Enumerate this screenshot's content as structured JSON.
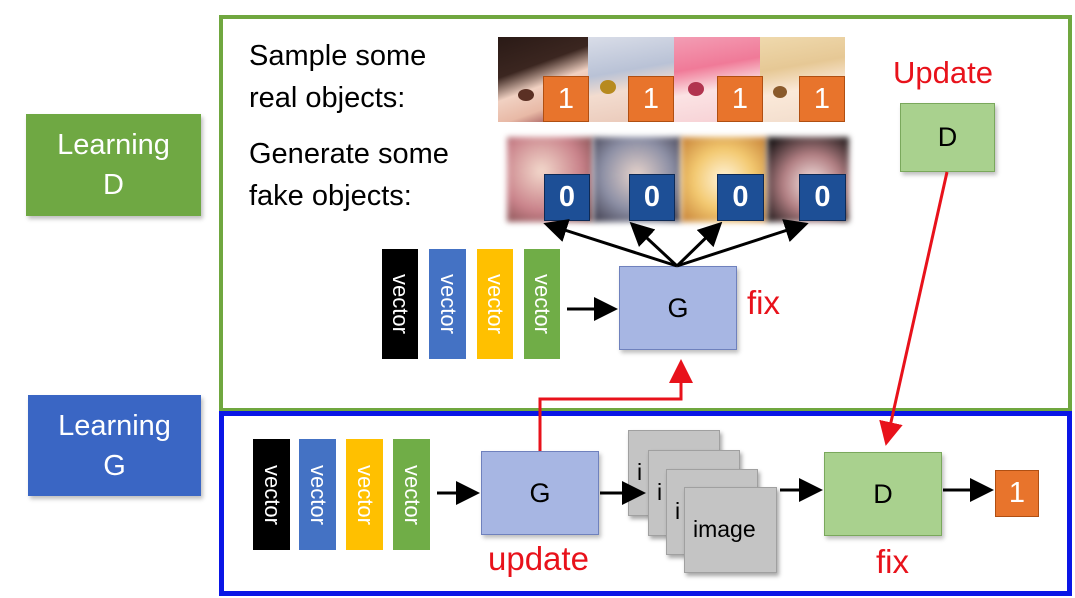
{
  "side_labels": {
    "learning_d": "Learning\nD",
    "learning_g": "Learning\nG"
  },
  "top_panel": {
    "real_text": "Sample some\nreal objects:",
    "fake_text": "Generate some\nfake objects:",
    "real_labels": [
      "1",
      "1",
      "1",
      "1"
    ],
    "fake_labels": [
      "0",
      "0",
      "0",
      "0"
    ],
    "vectors": [
      "vector",
      "vector",
      "vector",
      "vector"
    ],
    "generator_label": "G",
    "generator_state": "fix",
    "discriminator_label": "D",
    "discriminator_state": "Update"
  },
  "bottom_panel": {
    "vectors": [
      "vector",
      "vector",
      "vector",
      "vector"
    ],
    "generator_label": "G",
    "generator_state": "update",
    "images": [
      "i",
      "i",
      "i",
      "image"
    ],
    "discriminator_label": "D",
    "discriminator_state": "fix",
    "output": "1"
  },
  "colors": {
    "green_frame": "#70a73f",
    "blue_frame": "#0a16e6",
    "vector_fill": [
      "#000000",
      "#4472c4",
      "#ffc000",
      "#70ad47"
    ],
    "arrow_red": "#e8121b"
  }
}
